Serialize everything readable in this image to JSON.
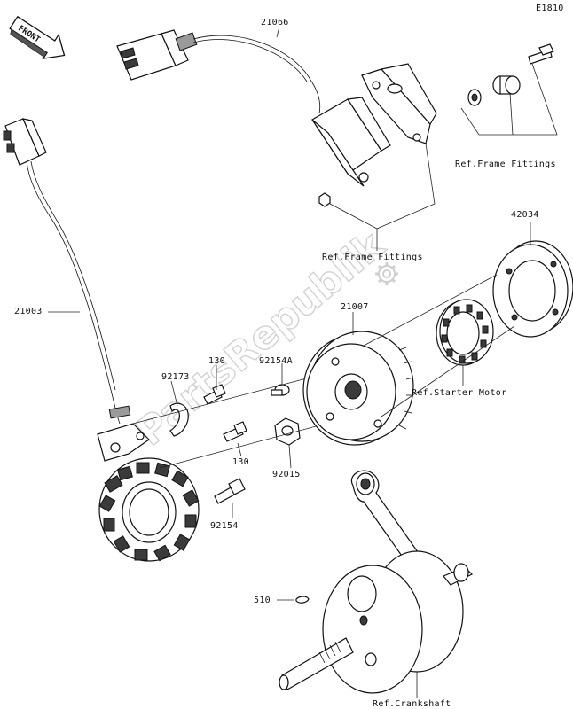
{
  "diagram_code": "E1810",
  "front_label": "FRONT",
  "watermark": "PartsRepublik",
  "parts": {
    "p21066": "21066",
    "p21003": "21003",
    "p21007": "21007",
    "p42034": "42034",
    "p92173": "92173",
    "p130_top": "130",
    "p130_bottom": "130",
    "p92154A": "92154A",
    "p92015": "92015",
    "p92154": "92154",
    "p510": "510"
  },
  "refs": {
    "frame_fittings_right": "Ref.Frame Fittings",
    "frame_fittings_center": "Ref.Frame Fittings",
    "starter_motor": "Ref.Starter Motor",
    "crankshaft": "Ref.Crankshaft"
  }
}
